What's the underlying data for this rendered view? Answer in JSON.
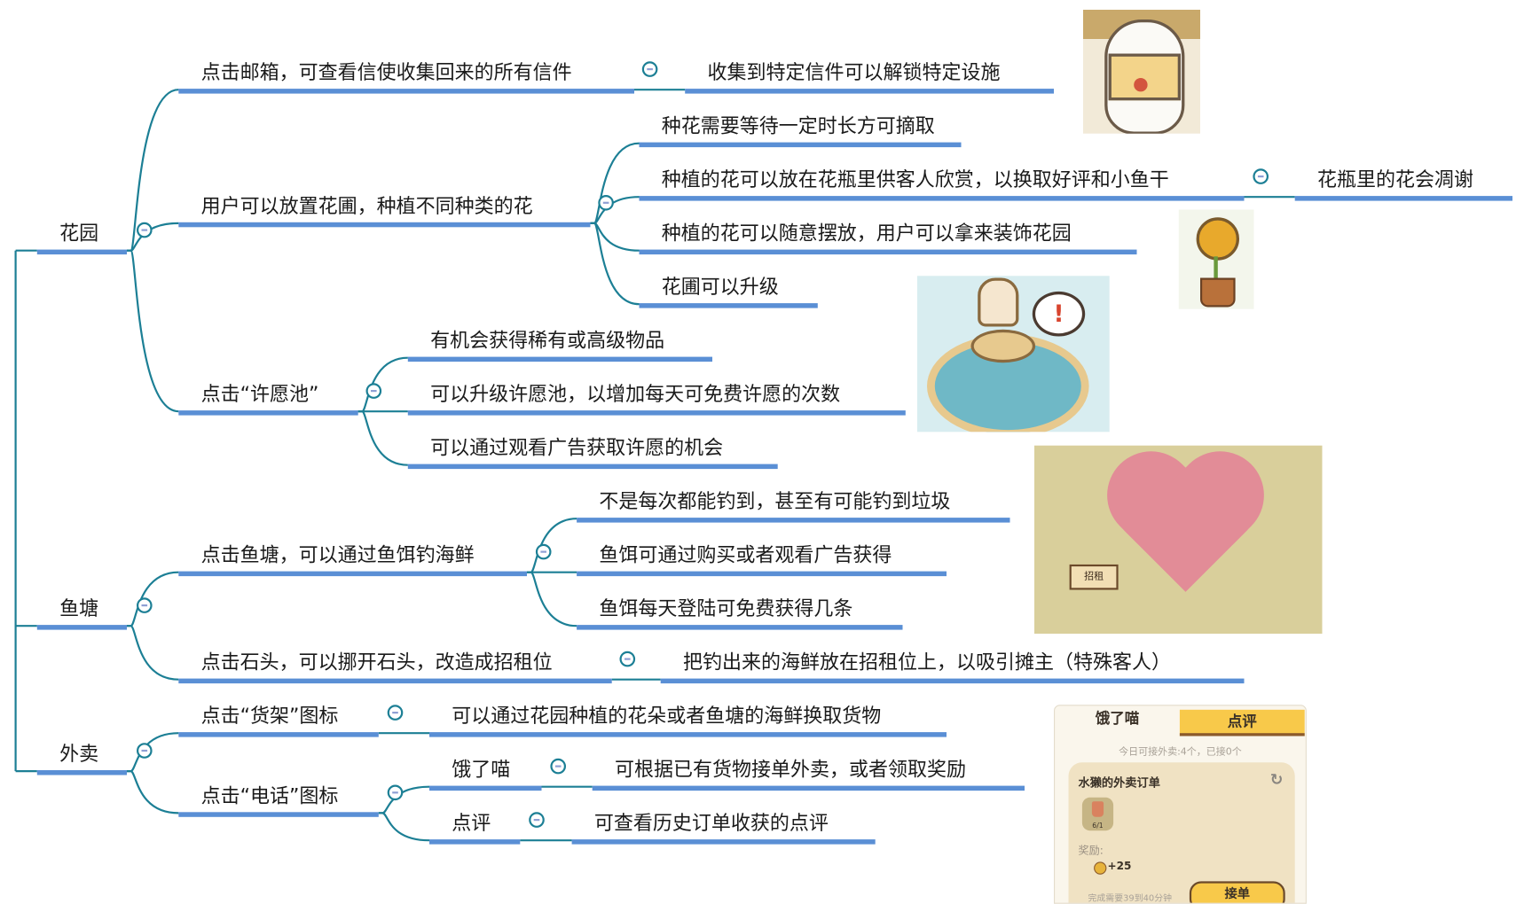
{
  "colors": {
    "connector": "#1c7f95",
    "underline": "#5a8fd5",
    "text": "#1a1a1a"
  },
  "nodes": {
    "garden": "花园",
    "mailbox": "点击邮箱，可查看信使收集回来的所有信件",
    "mailbox_unlock": "收集到特定信件可以解锁特定设施",
    "flowerbed": "用户可以放置花圃，种植不同种类的花",
    "fb_wait": "种花需要等待一定时长方可摘取",
    "fb_vase": "种植的花可以放在花瓶里供客人欣赏，以换取好评和小鱼干",
    "fb_wither": "花瓶里的花会凋谢",
    "fb_decor": "种植的花可以随意摆放，用户可以拿来装饰花园",
    "fb_upgrade": "花圃可以升级",
    "wishpool": "点击“许愿池”",
    "wp_rare": "有机会获得稀有或高级物品",
    "wp_upgrade": "可以升级许愿池，以增加每天可免费许愿的次数",
    "wp_ads": "可以通过观看广告获取许愿的机会",
    "pond": "鱼塘",
    "fishing": "点击鱼塘，可以通过鱼饵钓海鲜",
    "fi_notalways": "不是每次都能钓到，甚至有可能钓到垃圾",
    "fi_bait_buy": "鱼饵可通过购买或者观看广告获得",
    "fi_bait_daily": "鱼饵每天登陆可免费获得几条",
    "stone": "点击石头，可以挪开石头，改造成招租位",
    "st_rent": "把钓出来的海鲜放在招租位上，以吸引摊主（特殊客人）",
    "delivery": "外卖",
    "shelf": "点击“货架”图标",
    "sh_exchange": "可以通过花园种植的花朵或者鱼塘的海鲜换取货物",
    "phone": "点击“电话”图标",
    "ph_ele": "饿了喵",
    "ph_ele_desc": "可根据已有货物接单外卖，或者领取奖励",
    "ph_review": "点评",
    "ph_review_desc": "可查看历史订单收获的点评"
  },
  "illustrations": {
    "fountain_exclaim": "!",
    "heart_sign": "招租"
  },
  "order_card": {
    "tab_active": "饿了喵",
    "tab_other": "点评",
    "subtitle": "今日可接外卖:4个，已接0个",
    "order_title": "水獭的外卖订单",
    "refresh_icon": "↻",
    "item_count": "6/1",
    "reward_label": "奖励:",
    "reward_value": "+25",
    "time_text": "完成需要39到40分钟",
    "accept_button": "接单"
  }
}
